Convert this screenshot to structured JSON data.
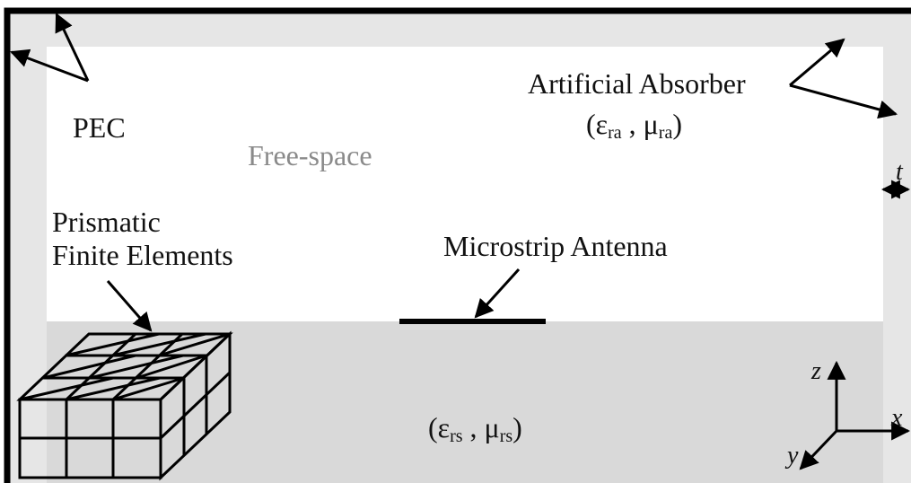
{
  "labels": {
    "pec": "PEC",
    "free_space": "Free-space",
    "artificial_absorber": "Artificial Absorber",
    "prismatic_line1": "Prismatic",
    "prismatic_line2": "Finite Elements",
    "microstrip_antenna": "Microstrip Antenna",
    "thickness": "t"
  },
  "absorber_params": {
    "open": "(",
    "eps": "ε",
    "eps_sub": "ra",
    "sep": " , ",
    "mu": "μ",
    "mu_sub": "ra",
    "close": ")"
  },
  "substrate_params": {
    "open": "(",
    "eps": "ε",
    "eps_sub": "rs",
    "sep": " , ",
    "mu": "μ",
    "mu_sub": "rs",
    "close": ")"
  },
  "axes": {
    "z": "z",
    "x": "x",
    "y": "y"
  },
  "colors": {
    "absorber_fill": "#e6e6e6",
    "free_space_fill": "#ffffff",
    "substrate_fill": "#d9d9d9",
    "pec_stroke": "#000000",
    "free_space_text": "#8a8a8a"
  }
}
